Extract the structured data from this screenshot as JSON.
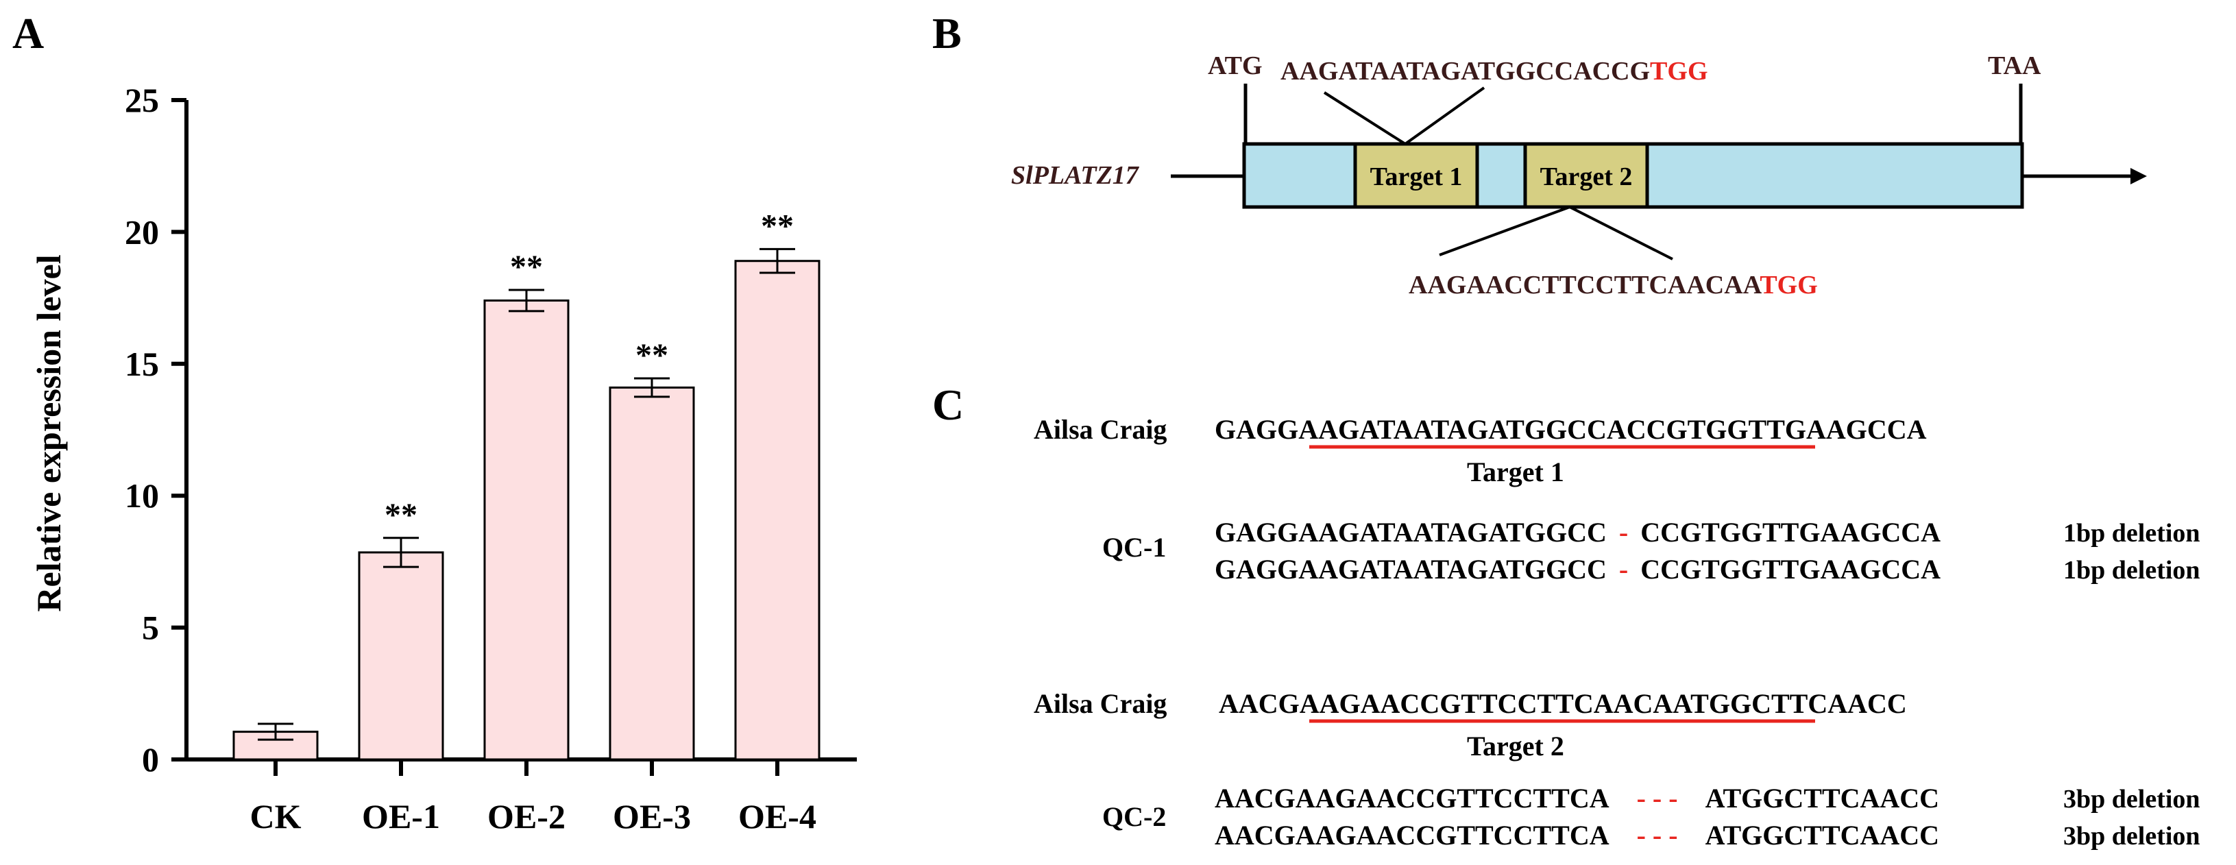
{
  "panels": {
    "a": "A",
    "b": "B",
    "c": "C"
  },
  "chart_data": {
    "type": "bar",
    "categories": [
      "CK",
      "OE-1",
      "OE-2",
      "OE-3",
      "OE-4"
    ],
    "values": [
      1.05,
      7.85,
      17.4,
      14.1,
      18.9
    ],
    "errors": [
      0.3,
      0.55,
      0.4,
      0.35,
      0.45
    ],
    "significance": [
      "",
      "**",
      "**",
      "**",
      "**"
    ],
    "ylabel": "Relative expression level",
    "xlabel": "",
    "ylim": [
      0,
      25
    ],
    "yticks": [
      0,
      5,
      10,
      15,
      20,
      25
    ],
    "bar_color": "#fde0e1",
    "grid": false
  },
  "gene_diagram": {
    "gene_name": "SlPLATZ17",
    "start_codon": "ATG",
    "stop_codon": "TAA",
    "target1_label": "Target 1",
    "target2_label": "Target 2",
    "target1_seq": "AAGATAATAGATGGCCACCG",
    "target1_pam": "TGG",
    "target2_seq": "AAGAACCTTCCTTCAACAA",
    "target2_pam": "TGG",
    "gene_color": "#b5e0ec",
    "target_color": "#d6cf83",
    "pam_color": "#e8251f"
  },
  "alignments": {
    "block1": {
      "wt_label": "Ailsa Craig",
      "wt_seq": "GAGGAAGATAATAGATGGCCACCGTGGTTGAAGCCA",
      "target_label": "Target 1",
      "mutant_label": "QC-1",
      "mut_left": "GAGGAAGATAATAGATGGCC",
      "mut_gap": "-",
      "mut_right": "CCGTGGTTGAAGCCA",
      "deletion": "1bp deletion"
    },
    "block2": {
      "wt_label": "Ailsa Craig",
      "wt_seq": "AACGAAGAACCGTTCCTTCAACAATGGCTTCAACC",
      "target_label": "Target 2",
      "mutant_label": "QC-2",
      "mut_left": "AACGAAGAACCGTTCCTTCA",
      "mut_gap": "- - -",
      "mut_right": "ATGGCTTCAACC",
      "deletion": "3bp deletion"
    }
  }
}
